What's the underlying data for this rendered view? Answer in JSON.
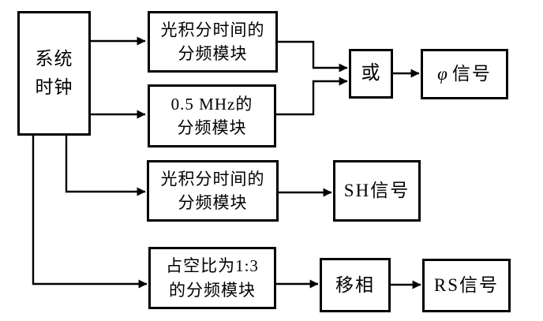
{
  "diagram": {
    "description": "Clock divider block diagram producing phi, SH and RS signals",
    "colors": {
      "background": "#ffffff",
      "line": "#000000",
      "box_fill": "#ffffff",
      "text": "#000000"
    },
    "nodes": {
      "clock": {
        "label": "系统\n时钟"
      },
      "div1": {
        "label": "光积分时间的\n分频模块"
      },
      "div2": {
        "label": "0.5 MHz的\n分频模块"
      },
      "or": {
        "label": "或"
      },
      "phi": {
        "symbol": "φ",
        "suffix": "信号"
      },
      "div3": {
        "label": "光积分时间的\n分频模块"
      },
      "sh": {
        "label": "SH信号"
      },
      "div4": {
        "label": "占空比为1:3\n的分频模块"
      },
      "shift": {
        "label": "移相"
      },
      "rs": {
        "label": "RS信号"
      }
    }
  }
}
